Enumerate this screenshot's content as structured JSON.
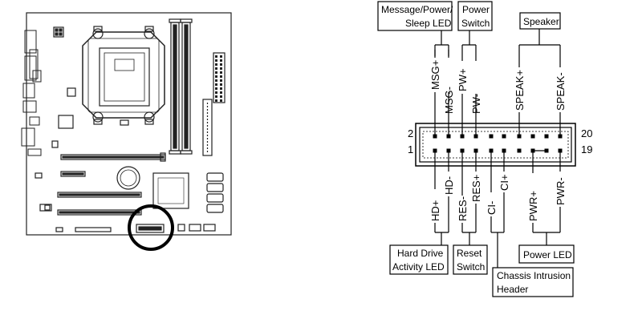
{
  "board_diagram": {
    "description_free": true
  },
  "header_diagram": {
    "pin_numbers": {
      "top_left": "2",
      "bottom_left": "1",
      "top_right": "20",
      "bottom_right": "19"
    },
    "top_pins": [
      "MSG+",
      "MSG-",
      "PW+",
      "PW-",
      "SPEAK+",
      "SPEAK-"
    ],
    "bottom_pins": [
      "HD+",
      "HD-",
      "RES-",
      "RES+",
      "CI-",
      "CI+",
      "PWR+",
      "PWR-"
    ],
    "boxes": {
      "msg_led": [
        "Message/Power/",
        "Sleep LED"
      ],
      "power_switch": [
        "Power",
        "Switch"
      ],
      "speaker": [
        "Speaker"
      ],
      "hdd_led": [
        "Hard Drive",
        "Activity LED"
      ],
      "reset_switch": [
        "Reset",
        "Switch"
      ],
      "chassis_intrusion": [
        "Chassis Intrusion",
        "Header"
      ],
      "power_led": [
        "Power LED"
      ]
    }
  }
}
